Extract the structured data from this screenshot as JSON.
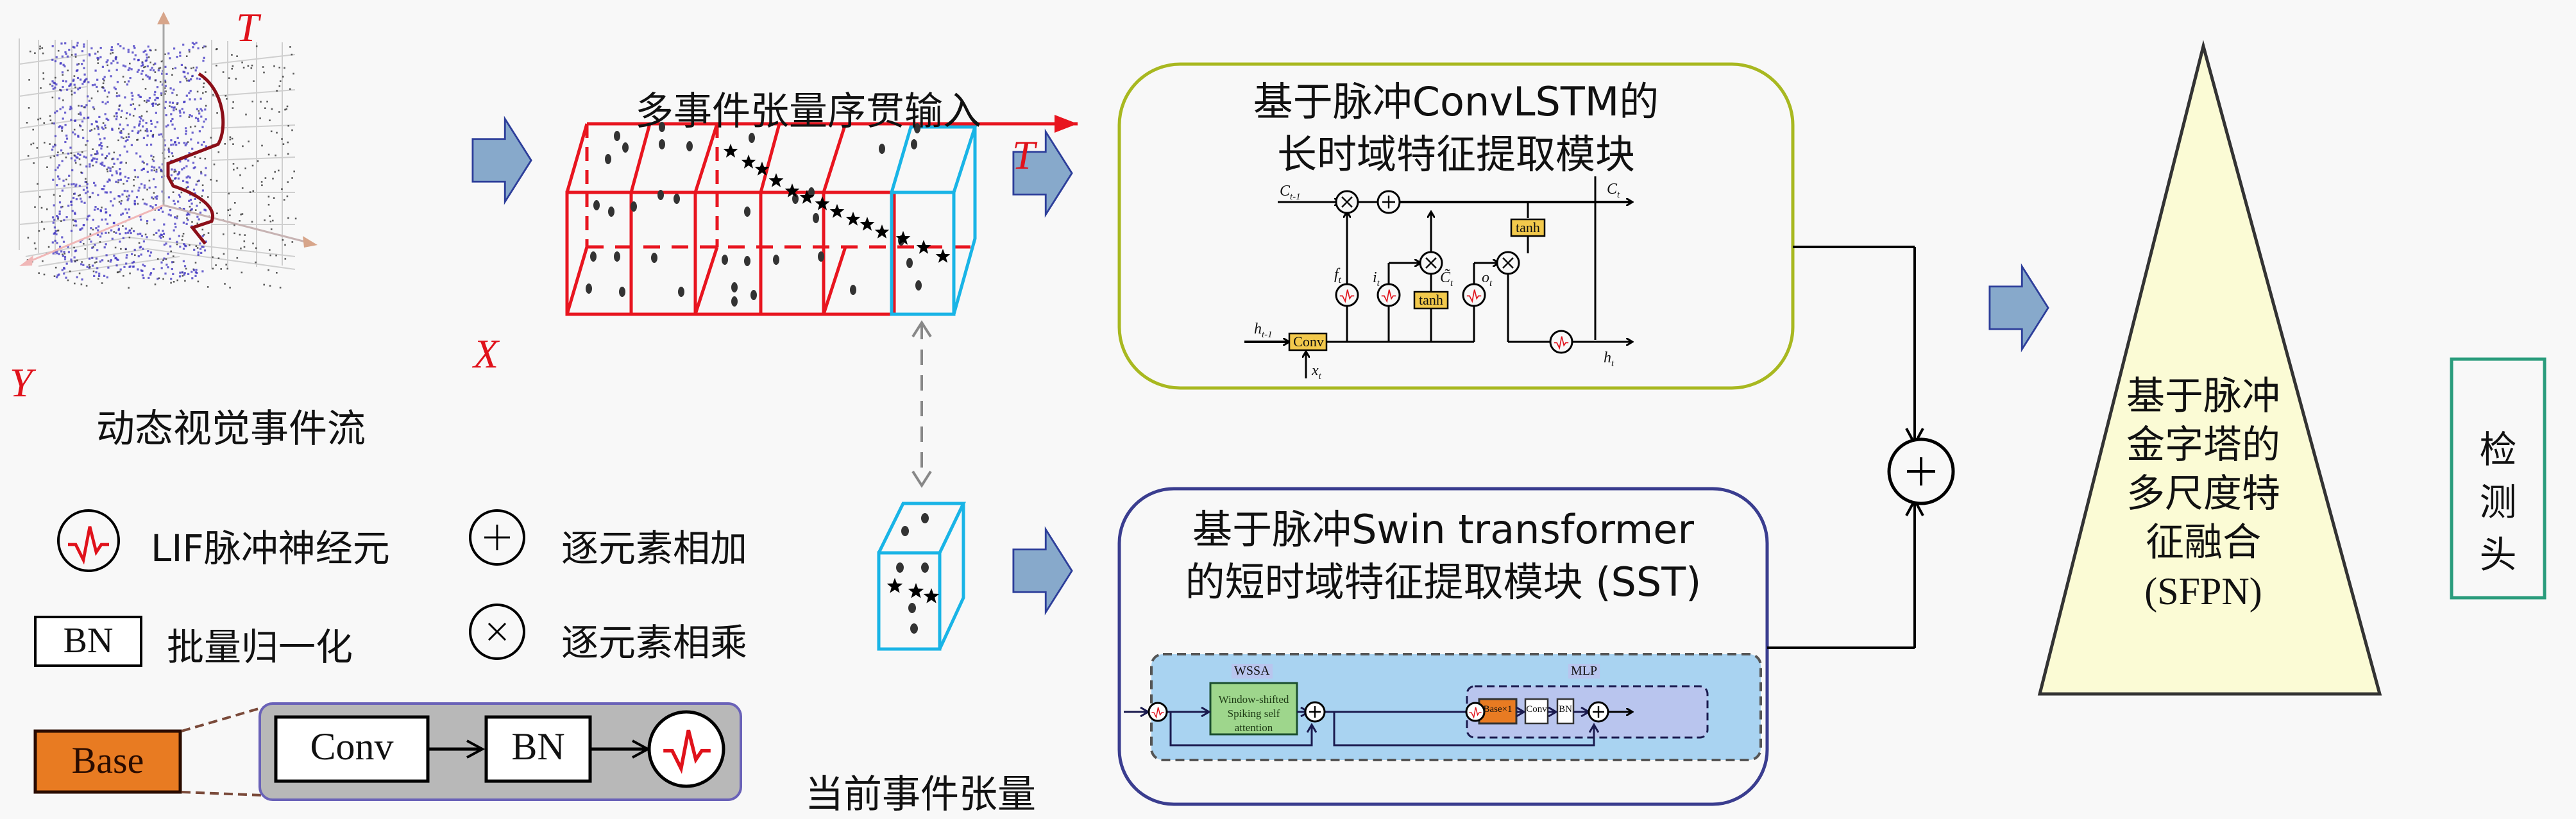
{
  "event_stream": {
    "caption": "动态视觉事件流",
    "axes": {
      "t": "T",
      "x": "X",
      "y": "Y"
    }
  },
  "tensor_sequence": {
    "title": "多事件张量序贯输入",
    "time_axis": "T",
    "slice_count": 6
  },
  "current_tensor": {
    "caption": "当前事件张量"
  },
  "legend": {
    "lif": "LIF脉冲神经元",
    "add": "逐元素相加",
    "bn_box": "BN",
    "bn": "批量归一化",
    "mul": "逐元素相乘",
    "base_box": "Base",
    "base_steps": [
      "Conv",
      "BN"
    ]
  },
  "convlstm": {
    "title_line1": "基于脉冲ConvLSTM的",
    "title_line2": "长时域特征提取模块",
    "labels": {
      "c_prev": "C",
      "c_prev_sub": "t-1",
      "c_t": "C",
      "c_t_sub": "t",
      "h_prev": "h",
      "h_prev_sub": "t-1",
      "h_t": "h",
      "h_t_sub": "t",
      "x_t": "x",
      "x_t_sub": "t",
      "f_t": "f",
      "i_t": "i",
      "o_t": "o",
      "c_tilde": "C̃",
      "gate_sub": "t",
      "conv": "Conv",
      "tanh": "tanh"
    }
  },
  "sst": {
    "title_line1": "基于脉冲Swin transformer",
    "title_line2": "的短时域特征提取模块 (SST)",
    "wssa_label": "WSSA",
    "mlp_label": "MLP",
    "wssa_block_line1": "Window-shifted",
    "wssa_block_line2": "Spiking self attention",
    "base_x1": "Base×1",
    "conv": "Conv",
    "bn": "BN"
  },
  "sfpn": {
    "lines": [
      "基于脉冲",
      "金字塔的",
      "多尺度特",
      "征融合",
      "(SFPN)"
    ]
  },
  "detection_head": {
    "lines": [
      "检",
      "测",
      "头"
    ]
  },
  "colors": {
    "red": "#e8151f",
    "cyan": "#19b4e6",
    "arrow_fill": "#87a9cb",
    "arrow_stroke": "#2d3e9a",
    "lstm_border": "#a8b820",
    "sst_border": "#3a3d8f",
    "orange": "#e87b22",
    "tanh_yellow": "#f2c94c",
    "wssa_green": "#9ed68c",
    "sst_blue": "#a9d3f1",
    "sfpn_fill": "#fbfbd5",
    "head_border": "#2a9c7c",
    "base_gray": "#b8b8b8"
  }
}
